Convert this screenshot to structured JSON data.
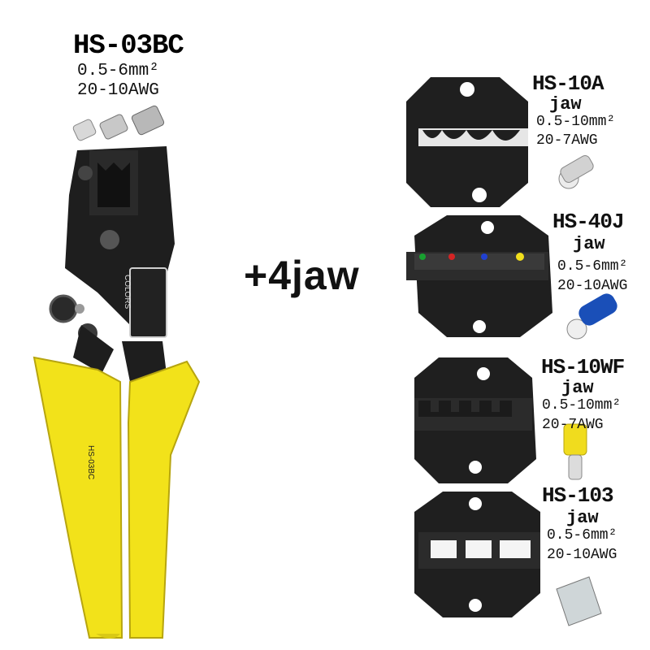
{
  "main_tool": {
    "model": "HS-03BC",
    "range": "0.5-6mm²",
    "awg": "20-10AWG",
    "brand_text": "COLORS",
    "handle_text": "HS-03BC"
  },
  "plus_label": "+4jaw",
  "jaws": [
    {
      "model": "HS-10A",
      "word": "jaw",
      "range": "0.5-10mm²",
      "awg": "20-7AWG"
    },
    {
      "model": "HS-40J",
      "word": "jaw",
      "range": "0.5-6mm²",
      "awg": "20-10AWG"
    },
    {
      "model": "HS-10WF",
      "word": "jaw",
      "range": "0.5-10mm²",
      "awg": "20-7AWG"
    },
    {
      "model": "HS-103",
      "word": "jaw",
      "range": "0.5-6mm²",
      "awg": "20-10AWG"
    }
  ],
  "colors": {
    "handle_yellow": "#f2e21a",
    "metal_black": "#1c1c1c",
    "terminal_blue": "#1a4fb8",
    "ferrule_yellow": "#f0dc1e"
  }
}
